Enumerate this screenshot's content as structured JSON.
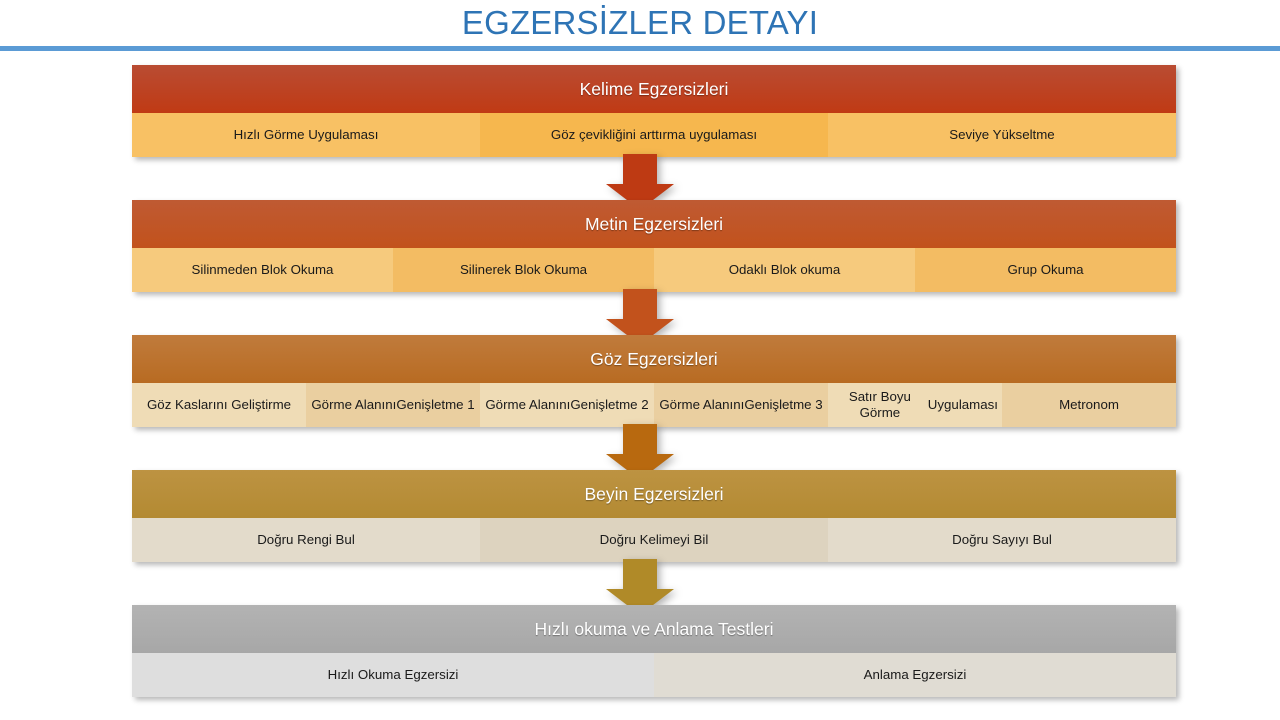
{
  "title": "EGZERSİZLER DETAYI",
  "theme": {
    "title_color": "#2E74B5",
    "rule_color": "#5B9BD5",
    "background": "#FFFFFF"
  },
  "diagram": {
    "type": "vertical-flow",
    "rows": [
      {
        "header": "Kelime Egzersizleri",
        "header_color_top": "#B94C33",
        "header_color_bottom": "#C03A14",
        "cell_color_a": "#F8C164",
        "cell_color_b": "#F6B74E",
        "arrow_color": "#BE3A13",
        "cells": [
          {
            "lines": [
              "Hızlı Görme Uygulaması"
            ]
          },
          {
            "lines": [
              "Göz çevikliğini arttırma uygulaması"
            ]
          },
          {
            "lines": [
              "Seviye Yükseltme"
            ]
          }
        ]
      },
      {
        "header": "Metin Egzersizleri",
        "header_color_top": "#BF5A33",
        "header_color_bottom": "#C2521C",
        "cell_color_a": "#F6CA7D",
        "cell_color_b": "#F3BC63",
        "arrow_color": "#C2521C",
        "cells": [
          {
            "lines": [
              "Silinmeden Blok Okuma"
            ]
          },
          {
            "lines": [
              "Silinerek Blok Okuma"
            ]
          },
          {
            "lines": [
              "Odaklı Blok okuma"
            ]
          },
          {
            "lines": [
              "Grup Okuma"
            ]
          }
        ]
      },
      {
        "header": "Göz Egzersizleri",
        "header_color_top": "#C07B3C",
        "header_color_bottom": "#B86B22",
        "cell_color_a": "#EFDCB6",
        "cell_color_b": "#EACFA0",
        "arrow_color": "#B8690F",
        "cells": [
          {
            "lines": [
              "Göz Kaslarını Geliştirme"
            ]
          },
          {
            "lines": [
              "Görme Alanını",
              "Genişletme 1"
            ]
          },
          {
            "lines": [
              "Görme Alanını",
              "Genişletme 2"
            ]
          },
          {
            "lines": [
              "Görme Alanını",
              "Genişletme 3"
            ]
          },
          {
            "lines": [
              "Satır Boyu Görme",
              "Uygulaması"
            ]
          },
          {
            "lines": [
              "Metronom"
            ]
          }
        ]
      },
      {
        "header": "Beyin Egzersizleri",
        "header_color_top": "#BD9342",
        "header_color_bottom": "#B38A32",
        "cell_color_a": "#E3DBCB",
        "cell_color_b": "#DDD3BF",
        "arrow_color": "#B08A28",
        "cells": [
          {
            "lines": [
              "Doğru Rengi Bul"
            ]
          },
          {
            "lines": [
              "Doğru Kelimeyi Bil"
            ]
          },
          {
            "lines": [
              "Doğru Sayıyı Bul"
            ]
          }
        ]
      },
      {
        "header": "Hızlı okuma ve Anlama Testleri",
        "header_color_top": "#B3B3B3",
        "header_color_bottom": "#A7A7A7",
        "cell_color_a": "#DEDEDE",
        "cell_color_b": "#E0DCD3",
        "arrow_color": null,
        "cells": [
          {
            "lines": [
              "Hızlı Okuma Egzersizi"
            ]
          },
          {
            "lines": [
              "Anlama Egzersizi"
            ]
          }
        ]
      }
    ]
  }
}
